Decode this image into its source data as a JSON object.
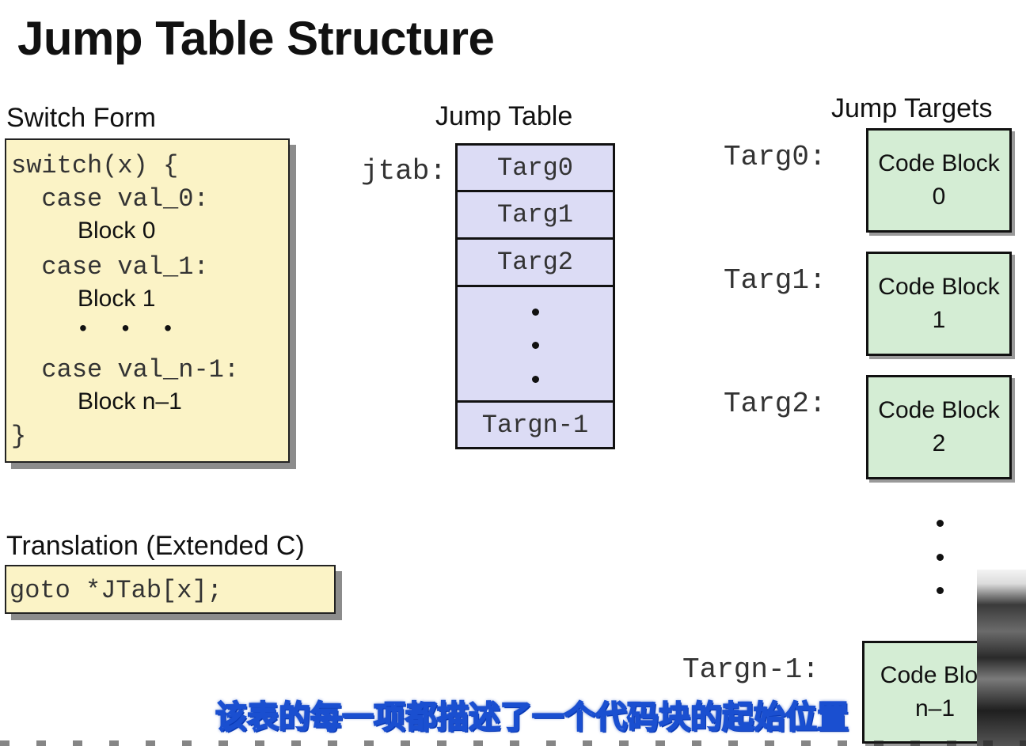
{
  "title": "Jump Table Structure",
  "switch_form": {
    "label": "Switch Form",
    "lines": [
      "switch(x) {",
      "  case val_0:",
      "  case val_1:",
      "  case val_n-1:",
      "}"
    ],
    "blocks": [
      "Block 0",
      "Block 1",
      "Block n–1"
    ],
    "dots": "• • •"
  },
  "translation": {
    "label": "Translation (Extended C)",
    "code": "goto *JTab[x];"
  },
  "jump_table": {
    "label": "Jump Table",
    "pointer_label": "jtab:",
    "entries": [
      "Targ0",
      "Targ1",
      "Targ2",
      "Targn-1"
    ]
  },
  "jump_targets": {
    "label": "Jump Targets",
    "targets": [
      {
        "label": "Targ0:",
        "block_line1": "Code Block",
        "block_line2": "0"
      },
      {
        "label": "Targ1:",
        "block_line1": "Code Block",
        "block_line2": "1"
      },
      {
        "label": "Targ2:",
        "block_line1": "Code Block",
        "block_line2": "2"
      },
      {
        "label": "Targn-1:",
        "block_line1": "Code Bloc",
        "block_line2": "n–1"
      }
    ]
  },
  "subtitle": "该表的每一项都描述了一个代码块的起始位置",
  "colors": {
    "code_box": "#fbf3c6",
    "table_cell": "#dcdcf5",
    "code_block": "#d4edd4",
    "subtitle_outline": "#1a4fd0"
  }
}
